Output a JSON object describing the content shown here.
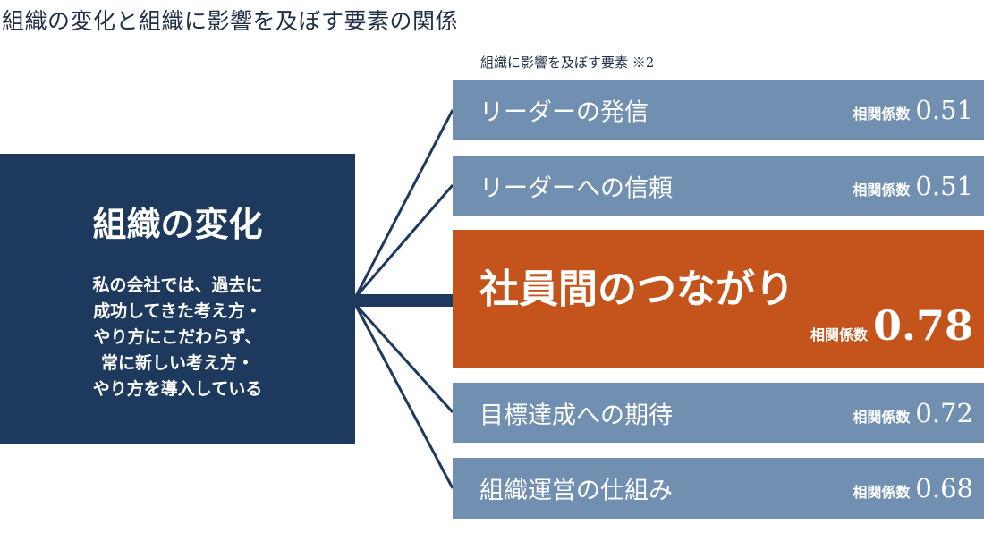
{
  "title": "組織の変化と組織に影響を及ぼす要素の関係",
  "subtitle": "組織に影響を及ぼす要素 ※2",
  "center": {
    "heading": "組織の変化",
    "description": [
      "私の会社では、過去に",
      "成功してきた考え方・",
      "やり方にこだわらず、",
      "常に新しい考え方・",
      "やり方を導入している"
    ]
  },
  "coef_label": "相関係数",
  "factors": [
    {
      "name": "リーダーの発信",
      "value": "0.51"
    },
    {
      "name": "リーダーへの信頼",
      "value": "0.51"
    },
    {
      "name": "社員間のつながり",
      "value": "0.78"
    },
    {
      "name": "目標達成への期待",
      "value": "0.72"
    },
    {
      "name": "組織運営の仕組み",
      "value": "0.68"
    }
  ],
  "colors": {
    "navy": "#1d3a5e",
    "factor": "#7190b1",
    "highlight": "#c4541c"
  }
}
